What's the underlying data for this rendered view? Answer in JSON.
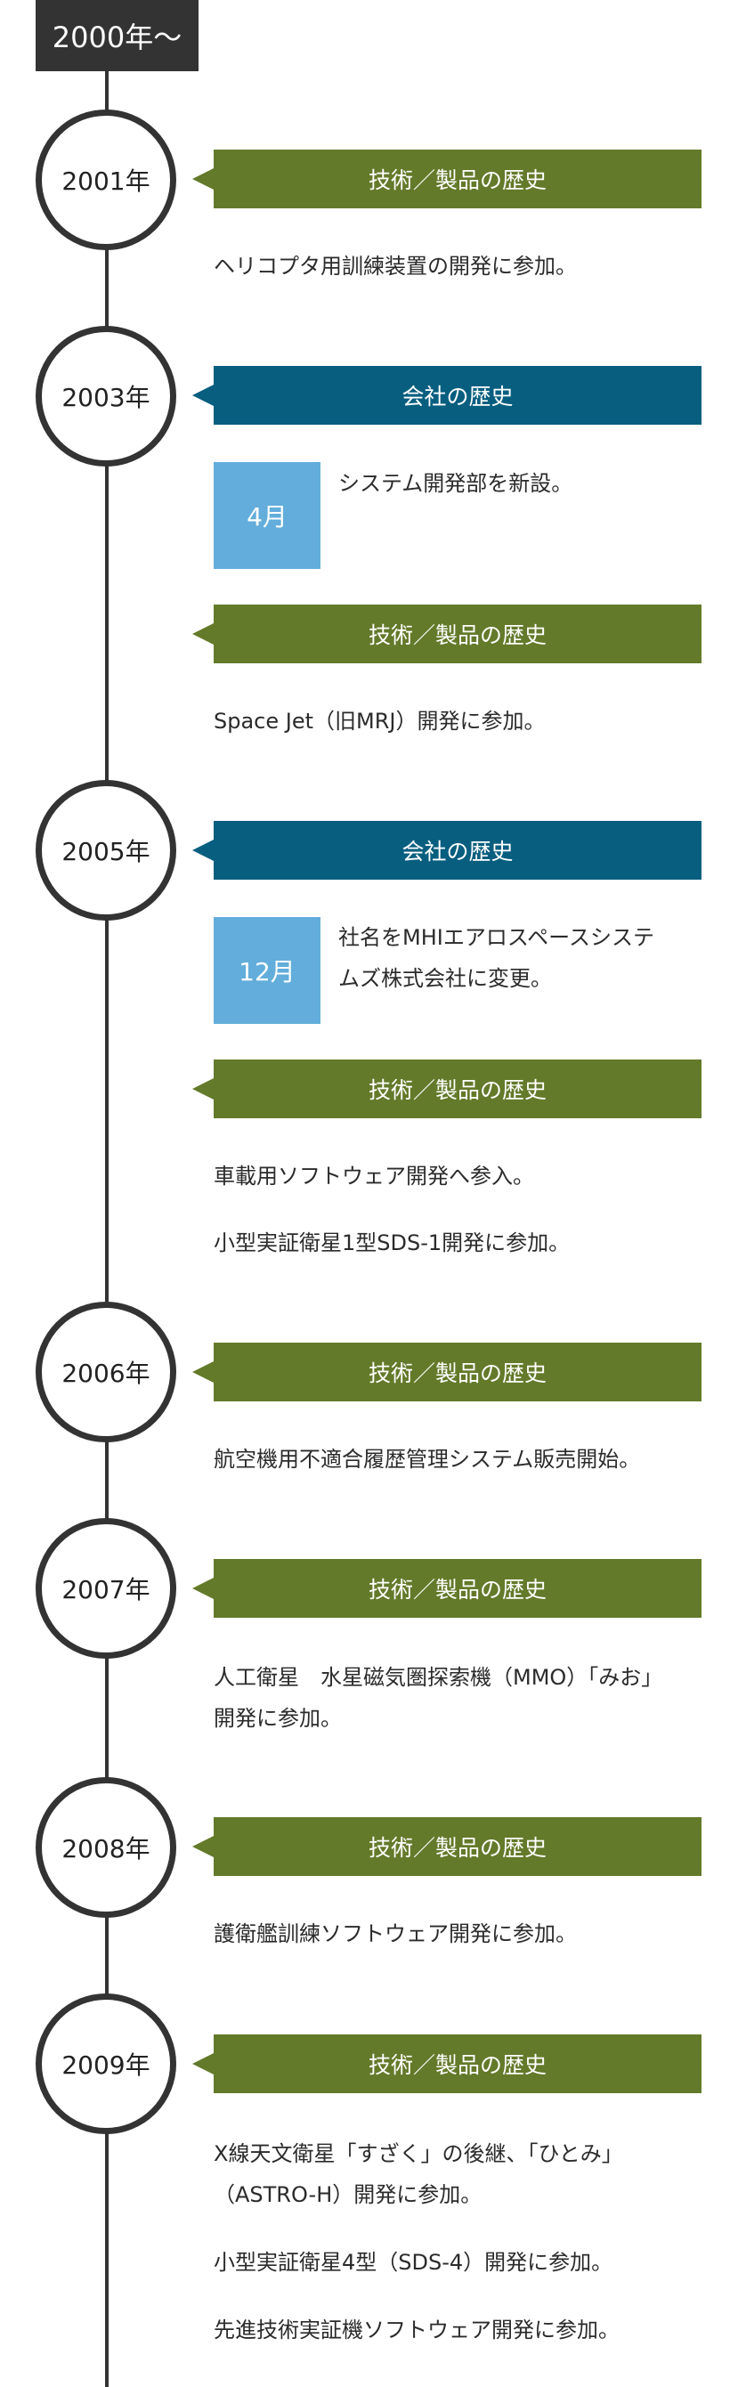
{
  "era_label": "2000年〜",
  "colors": {
    "tech_banner": "#637a2a",
    "company_banner": "#075e7f",
    "month_box": "#62addb",
    "timeline": "#333333"
  },
  "entries": [
    {
      "year": "2001年",
      "sections": [
        {
          "type": "tech",
          "label": "技術／製品の歴史",
          "items": [
            "ヘリコプタ用訓練装置の開発に参加。"
          ]
        }
      ]
    },
    {
      "year": "2003年",
      "sections": [
        {
          "type": "company",
          "label": "会社の歴史",
          "month": "4月",
          "text": "システム開発部を新設。"
        },
        {
          "type": "tech",
          "label": "技術／製品の歴史",
          "items": [
            "Space Jet（旧MRJ）開発に参加。"
          ]
        }
      ]
    },
    {
      "year": "2005年",
      "sections": [
        {
          "type": "company",
          "label": "会社の歴史",
          "month": "12月",
          "text_lines": [
            "社名をMHIエアロスペースシステ",
            "ムズ株式会社に変更。"
          ]
        },
        {
          "type": "tech",
          "label": "技術／製品の歴史",
          "items": [
            "車載用ソフトウェア開発へ参入。",
            "小型実証衛星1型SDS-1開発に参加。"
          ]
        }
      ]
    },
    {
      "year": "2006年",
      "sections": [
        {
          "type": "tech",
          "label": "技術／製品の歴史",
          "items": [
            "航空機用不適合履歴管理システム販売開始。"
          ]
        }
      ]
    },
    {
      "year": "2007年",
      "sections": [
        {
          "type": "tech",
          "label": "技術／製品の歴史",
          "item_lines": [
            "人工衛星　水星磁気圏探索機（MMO）「みお」",
            "開発に参加。"
          ]
        }
      ]
    },
    {
      "year": "2008年",
      "sections": [
        {
          "type": "tech",
          "label": "技術／製品の歴史",
          "items": [
            "護衛艦訓練ソフトウェア開発に参加。"
          ]
        }
      ]
    },
    {
      "year": "2009年",
      "sections": [
        {
          "type": "tech",
          "label": "技術／製品の歴史",
          "item_lines": [
            "X線天文衛星「すざく」の後継、「ひとみ」",
            "（ASTRO-H）開発に参加。"
          ],
          "items": [
            "小型実証衛星4型（SDS-4）開発に参加。",
            "先進技術実証機ソフトウェア開発に参加。"
          ]
        }
      ]
    }
  ]
}
